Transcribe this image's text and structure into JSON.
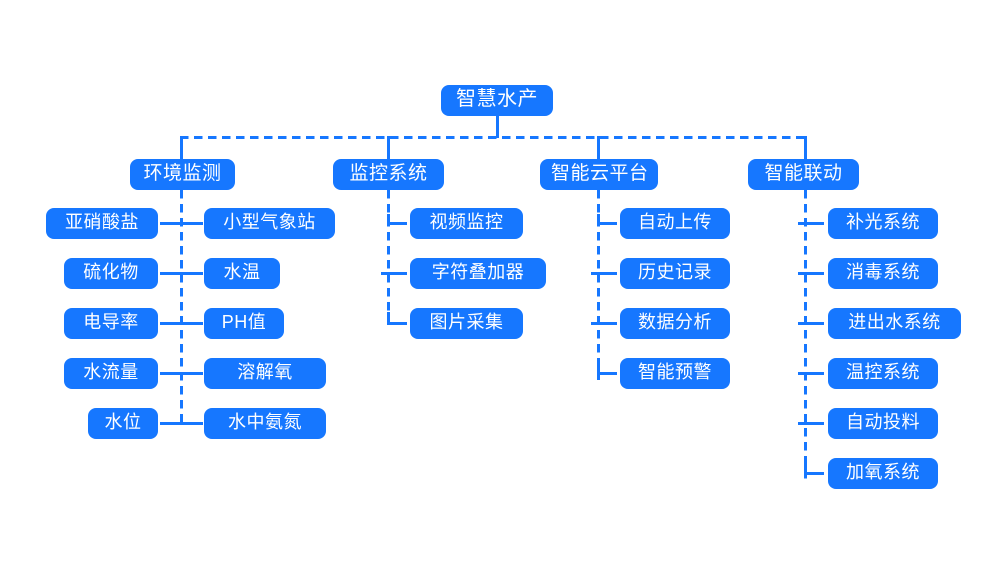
{
  "diagram": {
    "type": "tree",
    "title_node": "智慧水产",
    "orientation": "top-down",
    "accent_color": "#1677ff",
    "text_color": "#ffffff",
    "background": "#ffffff",
    "line_style": "dashed",
    "root": {
      "label": "智慧水产"
    },
    "branches": [
      {
        "label": "环境监测",
        "layout": "two-column",
        "left_children": [
          {
            "label": "亚硝酸盐"
          },
          {
            "label": "硫化物"
          },
          {
            "label": "电导率"
          },
          {
            "label": "水流量"
          },
          {
            "label": "水位"
          }
        ],
        "right_children": [
          {
            "label": "小型气象站"
          },
          {
            "label": "水温"
          },
          {
            "label": "PH值"
          },
          {
            "label": "溶解氧"
          },
          {
            "label": "水中氨氮"
          }
        ]
      },
      {
        "label": "监控系统",
        "layout": "single-column",
        "children": [
          {
            "label": "视频监控"
          },
          {
            "label": "字符叠加器"
          },
          {
            "label": "图片采集"
          }
        ]
      },
      {
        "label": "智能云平台",
        "layout": "single-column",
        "children": [
          {
            "label": "自动上传"
          },
          {
            "label": "历史记录"
          },
          {
            "label": "数据分析"
          },
          {
            "label": "智能预警"
          }
        ]
      },
      {
        "label": "智能联动",
        "layout": "single-column",
        "children": [
          {
            "label": "补光系统"
          },
          {
            "label": "消毒系统"
          },
          {
            "label": "进出水系统"
          },
          {
            "label": "温控系统"
          },
          {
            "label": "自动投料"
          },
          {
            "label": "加氧系统"
          }
        ]
      }
    ]
  }
}
